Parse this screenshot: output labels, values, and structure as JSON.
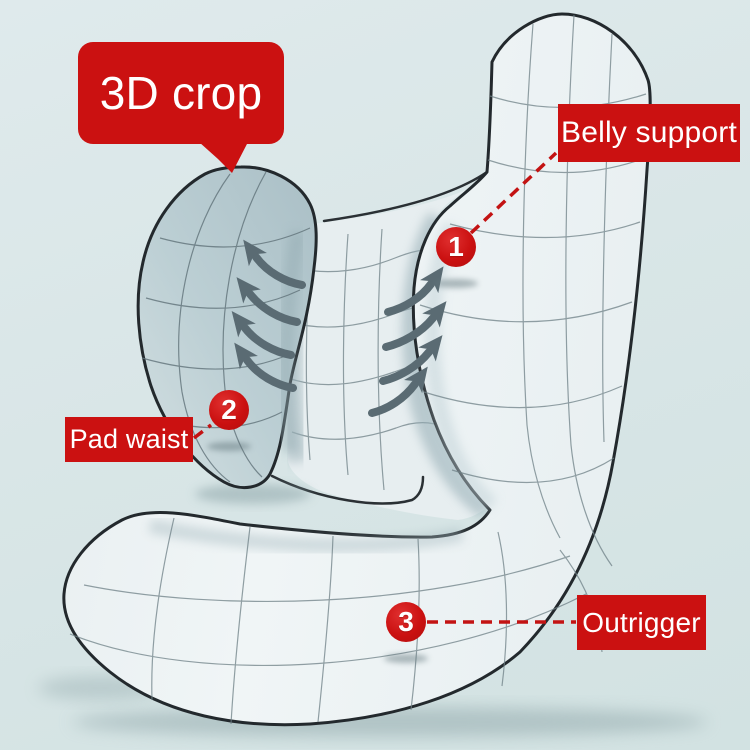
{
  "annotation": {
    "bubble": {
      "text": "3D crop"
    },
    "callouts": [
      {
        "number": "1",
        "label": "Belly support"
      },
      {
        "number": "2",
        "label": "Pad waist"
      },
      {
        "number": "3",
        "label": "Outrigger"
      }
    ]
  },
  "illustration": {
    "subject": "J-shaped body pillow wireframe with wedge waist pad",
    "icons": [
      "support-arrows-left-icon",
      "support-arrows-right-icon"
    ]
  },
  "colors": {
    "background": "#d9e6e7",
    "accent_red": "#cb1111",
    "leader_dash_red": "#c31313",
    "pillow_fill": "#eef3f5",
    "wedge_pillow_fill": "#b9cbd0",
    "outline_dark": "#23292d",
    "grid_line": "#6f8187",
    "arrow_gray": "#5a6b73",
    "label_text": "#ffffff"
  }
}
